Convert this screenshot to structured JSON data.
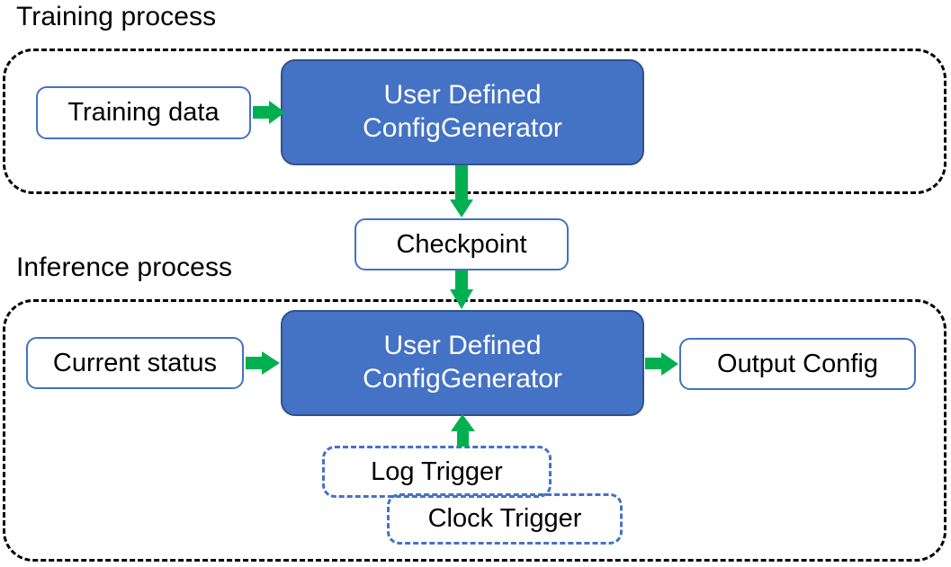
{
  "diagram": {
    "title_training": "Training process",
    "title_inference": "Inference process",
    "colors": {
      "accent_blue": "#4472C4",
      "accent_blue_dark": "#2F528F",
      "arrow_green": "#00B050",
      "container_border": "#000000",
      "text_dark": "#000000",
      "text_light": "#FFFFFF",
      "background": "#FFFFFF"
    },
    "training": {
      "input_node": "Training data",
      "process_node_line1": "User Defined",
      "process_node_line2": "ConfigGenerator"
    },
    "bridge": {
      "checkpoint_node": "Checkpoint"
    },
    "inference": {
      "input_node": "Current status",
      "process_node_line1": "User Defined",
      "process_node_line2": "ConfigGenerator",
      "output_node": "Output Config",
      "trigger_log": "Log Trigger",
      "trigger_clock": "Clock Trigger"
    },
    "edges": [
      {
        "id": "training-data-to-generator",
        "from": "Training data",
        "to": "User Defined ConfigGenerator",
        "direction": "right"
      },
      {
        "id": "training-generator-to-checkpoint",
        "from": "User Defined ConfigGenerator",
        "to": "Checkpoint",
        "direction": "down"
      },
      {
        "id": "checkpoint-to-inference-generator",
        "from": "Checkpoint",
        "to": "User Defined ConfigGenerator",
        "direction": "down"
      },
      {
        "id": "current-status-to-generator",
        "from": "Current status",
        "to": "User Defined ConfigGenerator",
        "direction": "right"
      },
      {
        "id": "generator-to-output-config",
        "from": "User Defined ConfigGenerator",
        "to": "Output Config",
        "direction": "right"
      },
      {
        "id": "triggers-to-generator",
        "from": "Log Trigger / Clock Trigger",
        "to": "User Defined ConfigGenerator",
        "direction": "up"
      }
    ]
  }
}
